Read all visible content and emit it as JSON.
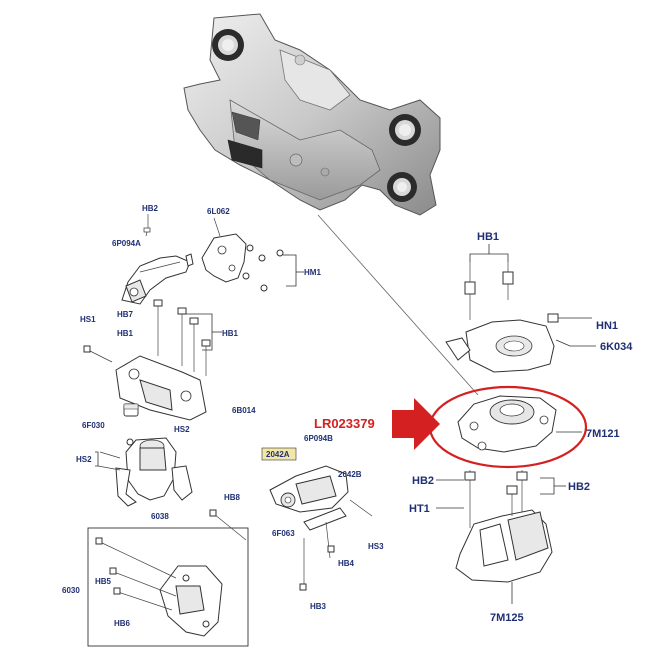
{
  "callout": {
    "part_number": "LR023379"
  },
  "labels": {
    "hb2_top": "HB2",
    "l6l062": "6L062",
    "l6p094a": "6P094A",
    "hm1": "HM1",
    "hs1": "HS1",
    "hb7": "HB7",
    "hb1_left_a": "HB1",
    "hb1_left_b": "HB1",
    "l6b014": "6B014",
    "l6f030": "6F030",
    "hs2_a": "HS2",
    "hs2_b": "HS2",
    "l6038": "6038",
    "hb8": "HB8",
    "l2042a": "2042A",
    "l6p094b": "6P094B",
    "l2042b": "2042B",
    "l6f063": "6F063",
    "hs3": "HS3",
    "hb4": "HB4",
    "hb3": "HB3",
    "l6030": "6030",
    "hb5": "HB5",
    "hb6": "HB6",
    "hb1_right": "HB1",
    "hn1": "HN1",
    "l6k034": "6K034",
    "l7m121": "7M121",
    "hb2_right_a": "HB2",
    "hb2_right_b": "HB2",
    "ht1": "HT1",
    "l7m125": "7M125"
  },
  "colors": {
    "callout_red": "#d42020",
    "label_blue": "#1f2f73",
    "highlight_box": "#f3e7a8"
  }
}
